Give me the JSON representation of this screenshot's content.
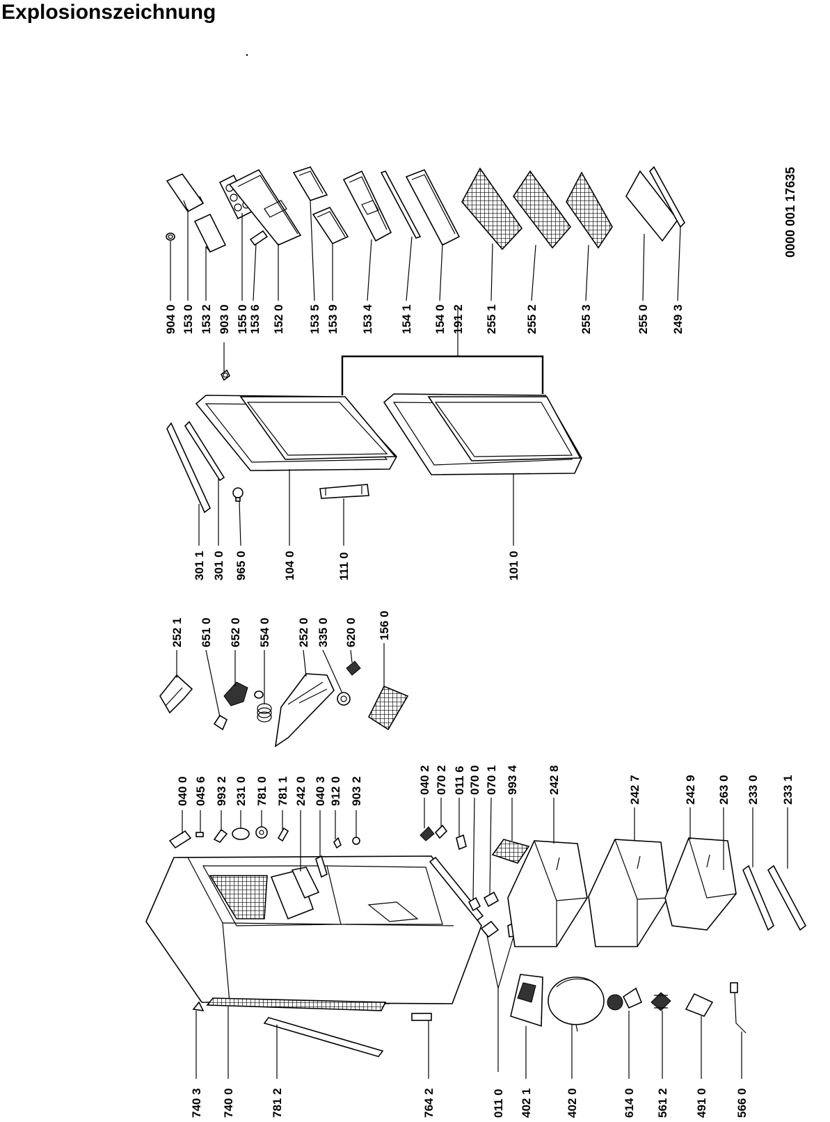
{
  "title": "Explosionszeichnung",
  "document_number": "0000 001 17635",
  "parts": [
    {
      "key": "p9040",
      "label": "904 0"
    },
    {
      "key": "p1530",
      "label": "153 0"
    },
    {
      "key": "p1532",
      "label": "153 2"
    },
    {
      "key": "p9030",
      "label": "903 0"
    },
    {
      "key": "p1550",
      "label": "155 0"
    },
    {
      "key": "p1536",
      "label": "153 6"
    },
    {
      "key": "p1520",
      "label": "152 0"
    },
    {
      "key": "p1535",
      "label": "153 5"
    },
    {
      "key": "p1539",
      "label": "153 9"
    },
    {
      "key": "p1534",
      "label": "153 4"
    },
    {
      "key": "p1541",
      "label": "154 1"
    },
    {
      "key": "p1540",
      "label": "154 0"
    },
    {
      "key": "p1912",
      "label": "191 2"
    },
    {
      "key": "p2551",
      "label": "255 1"
    },
    {
      "key": "p2552",
      "label": "255 2"
    },
    {
      "key": "p2553",
      "label": "255 3"
    },
    {
      "key": "p2550",
      "label": "255 0"
    },
    {
      "key": "p2493",
      "label": "249 3"
    },
    {
      "key": "p3011",
      "label": "301 1"
    },
    {
      "key": "p3010",
      "label": "301 0"
    },
    {
      "key": "p9650",
      "label": "965 0"
    },
    {
      "key": "p1040",
      "label": "104 0"
    },
    {
      "key": "p1110",
      "label": "111 0"
    },
    {
      "key": "p1010",
      "label": "101 0"
    },
    {
      "key": "p2521",
      "label": "252 1"
    },
    {
      "key": "p6510",
      "label": "651 0"
    },
    {
      "key": "p6520",
      "label": "652 0"
    },
    {
      "key": "p5540",
      "label": "554 0"
    },
    {
      "key": "p2520",
      "label": "252 0"
    },
    {
      "key": "p3350",
      "label": "335 0"
    },
    {
      "key": "p6200",
      "label": "620 0"
    },
    {
      "key": "p1560",
      "label": "156 0"
    },
    {
      "key": "p0400",
      "label": "040 0"
    },
    {
      "key": "p0456",
      "label": "045 6"
    },
    {
      "key": "p9932",
      "label": "993 2"
    },
    {
      "key": "p2310",
      "label": "231 0"
    },
    {
      "key": "p7810",
      "label": "781 0"
    },
    {
      "key": "p7811",
      "label": "781 1"
    },
    {
      "key": "p2420",
      "label": "242 0"
    },
    {
      "key": "p0403",
      "label": "040 3"
    },
    {
      "key": "p9120",
      "label": "912 0"
    },
    {
      "key": "p9032",
      "label": "903 2"
    },
    {
      "key": "p0402",
      "label": "040 2"
    },
    {
      "key": "p0702",
      "label": "070 2"
    },
    {
      "key": "p0116",
      "label": "011 6"
    },
    {
      "key": "p0700",
      "label": "070 0"
    },
    {
      "key": "p0701",
      "label": "070 1"
    },
    {
      "key": "p9934",
      "label": "993 4"
    },
    {
      "key": "p2428",
      "label": "242 8"
    },
    {
      "key": "p2427",
      "label": "242 7"
    },
    {
      "key": "p2429",
      "label": "242 9"
    },
    {
      "key": "p2630",
      "label": "263 0"
    },
    {
      "key": "p2330",
      "label": "233 0"
    },
    {
      "key": "p2331",
      "label": "233 1"
    },
    {
      "key": "p7403",
      "label": "740 3"
    },
    {
      "key": "p7400",
      "label": "740 0"
    },
    {
      "key": "p7812",
      "label": "781 2"
    },
    {
      "key": "p7642",
      "label": "764 2"
    },
    {
      "key": "p0110",
      "label": "011 0"
    },
    {
      "key": "p4021",
      "label": "402 1"
    },
    {
      "key": "p4020",
      "label": "402 0"
    },
    {
      "key": "p6140",
      "label": "614 0"
    },
    {
      "key": "p5612",
      "label": "561 2"
    },
    {
      "key": "p4910",
      "label": "491 0"
    },
    {
      "key": "p5660",
      "label": "566 0"
    }
  ]
}
